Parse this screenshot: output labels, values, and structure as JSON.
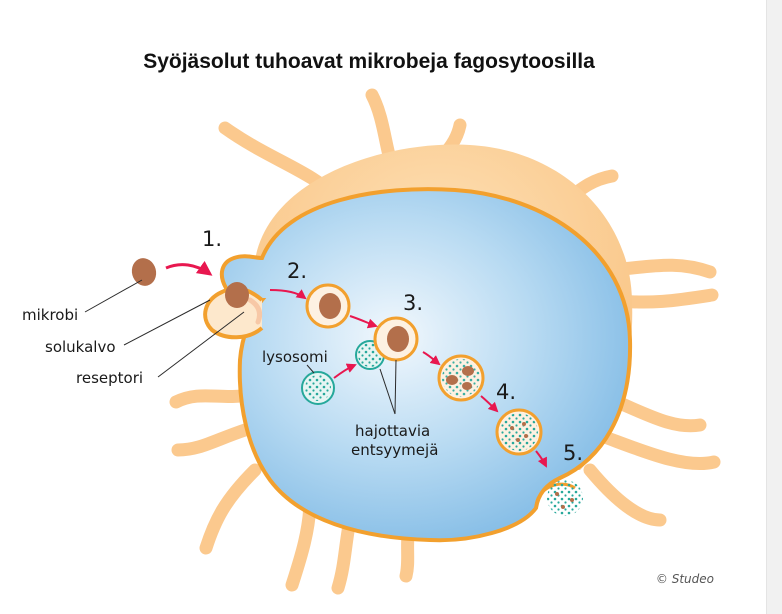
{
  "title": "Syöjäsolut tuhoavat mikrobeja fagosytoosilla",
  "steps": [
    "1.",
    "2.",
    "3.",
    "4.",
    "5."
  ],
  "labels": {
    "mikrobi": "mikrobi",
    "solukalvo": "solukalvo",
    "reseptori": "reseptori",
    "lysosomi": "lysosomi",
    "enzymes_line1": "hajottavia",
    "enzymes_line2": "entsyymejä"
  },
  "credit": "© Studeo",
  "colors": {
    "cytoplasm": "#a9d2ee",
    "cell_membrane": "#f2a02e",
    "cell_tan": "#fbc98e",
    "microbe": "#b36f4b",
    "lysosome": "#26a89b",
    "arrow": "#e8174f"
  }
}
